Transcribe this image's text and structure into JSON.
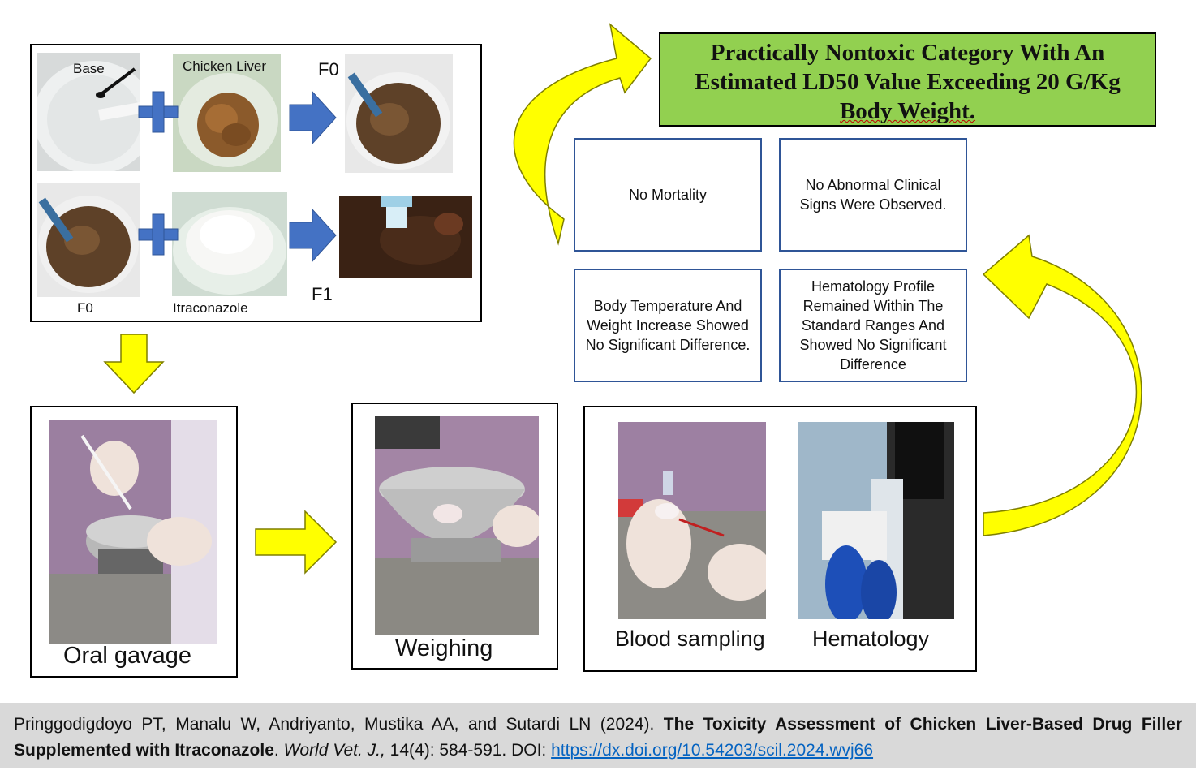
{
  "preparation": {
    "row1": {
      "base_label": "Base",
      "chicken_label": "Chicken Liver",
      "f0_label": "F0"
    },
    "row2": {
      "f0_label": "F0",
      "itraconazole_label": "Itraconazole",
      "f1_label": "F1"
    }
  },
  "steps": {
    "oral_gavage": "Oral gavage",
    "weighing": "Weighing",
    "blood_sampling": "Blood sampling",
    "hematology": "Hematology"
  },
  "results": [
    "No Mortality",
    "No Abnormal Clinical Signs Were Observed.",
    "Body Temperature And Weight Increase Showed No Significant Difference.",
    "Hematology Profile Remained Within The Standard Ranges And Showed No Significant Difference"
  ],
  "conclusion": {
    "line1": "Practically Nontoxic Category With An",
    "line2": "Estimated LD50 Value Exceeding 20 G/Kg",
    "line3": "Body Weight."
  },
  "citation": {
    "authors": "Pringgodigdoyo PT, Manalu W, Andriyanto, Mustika AA, and Sutardi LN (2024).",
    "title": "The Toxicity Assessment of Chicken Liver-Based Drug Filler Supplemented with Itraconazole",
    "journal": "World Vet. J.,",
    "details": "14(4): 584-591. DOI:",
    "doi_url": "https://dx.doi.org/10.54203/scil.2024.wvj66"
  },
  "colors": {
    "conclusion_fill": "#92d050",
    "box_border": "#2f5597",
    "plus_and_blue_arrow": "#4472c4",
    "yellow_arrow": "#ffff00",
    "citation_bar": "#d9d9d9",
    "link": "#0563c1"
  }
}
